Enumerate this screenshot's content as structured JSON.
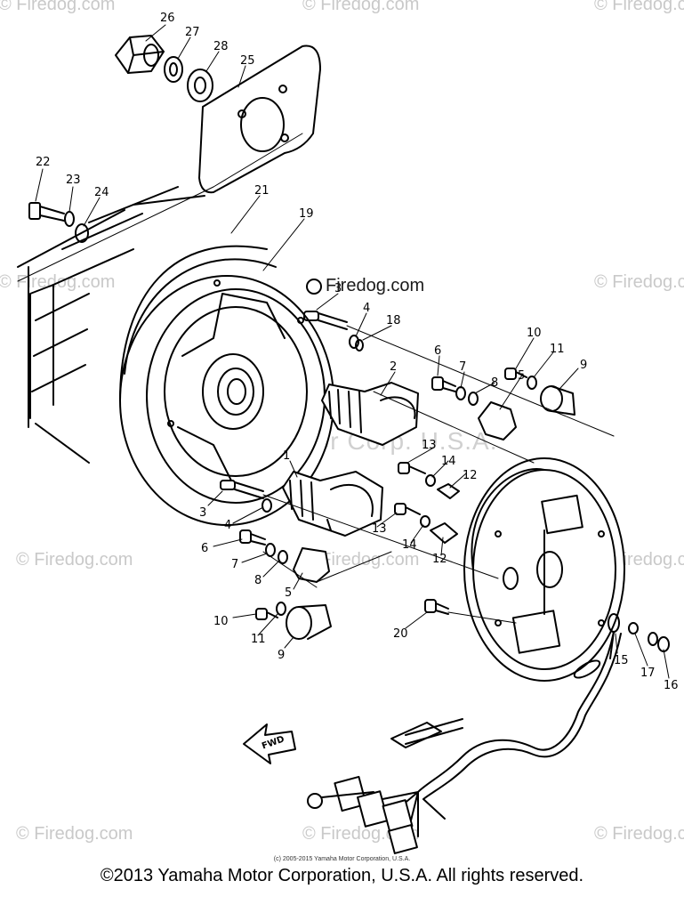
{
  "watermarks": {
    "brand": "Firedog.com",
    "corner": "© Firedog.com",
    "ghost": "Yamaha Motor Corp. U.S.A."
  },
  "callouts": [
    "1",
    "2",
    "3",
    "4",
    "5",
    "6",
    "7",
    "8",
    "9",
    "10",
    "11",
    "12",
    "13",
    "14",
    "15",
    "16",
    "17",
    "18",
    "19",
    "20",
    "21",
    "22",
    "23",
    "24",
    "25",
    "26",
    "27",
    "28"
  ],
  "direction_arrow_label": "FWD",
  "footer": {
    "fineprint": "(c) 2005-2015 Yamaha Motor Corporation, U.S.A.",
    "copyright": "©2013 Yamaha Motor Corporation, U.S.A. All rights reserved."
  }
}
